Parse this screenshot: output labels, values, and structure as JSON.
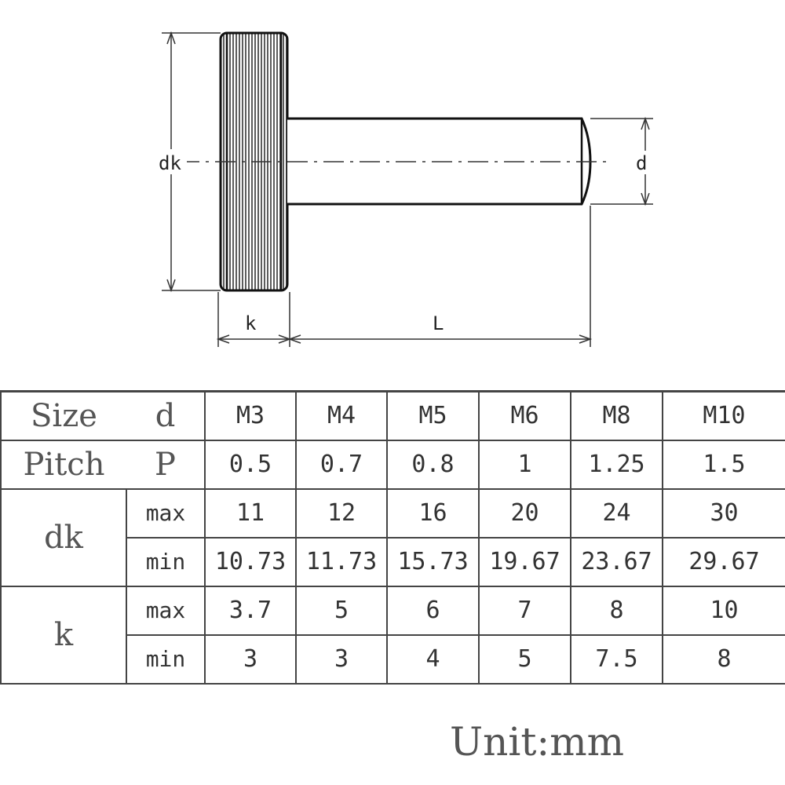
{
  "drawing": {
    "labels": {
      "dk": "dk",
      "d": "d",
      "k": "k",
      "L": "L"
    }
  },
  "table": {
    "size_label": "Size",
    "size_symbol": "d",
    "pitch_label": "Pitch",
    "pitch_symbol": "P",
    "dk_label": "dk",
    "k_label": "k",
    "max_label": "max",
    "min_label": "min",
    "sizes": [
      "M3",
      "M4",
      "M5",
      "M6",
      "M8",
      "M10"
    ],
    "pitch": [
      "0.5",
      "0.7",
      "0.8",
      "1",
      "1.25",
      "1.5"
    ],
    "dk_max": [
      "11",
      "12",
      "16",
      "20",
      "24",
      "30"
    ],
    "dk_min": [
      "10.73",
      "11.73",
      "15.73",
      "19.67",
      "23.67",
      "29.67"
    ],
    "k_max": [
      "3.7",
      "5",
      "6",
      "7",
      "8",
      "10"
    ],
    "k_min": [
      "3",
      "3",
      "4",
      "5",
      "7.5",
      "8"
    ]
  },
  "unit": "Unit:mm"
}
